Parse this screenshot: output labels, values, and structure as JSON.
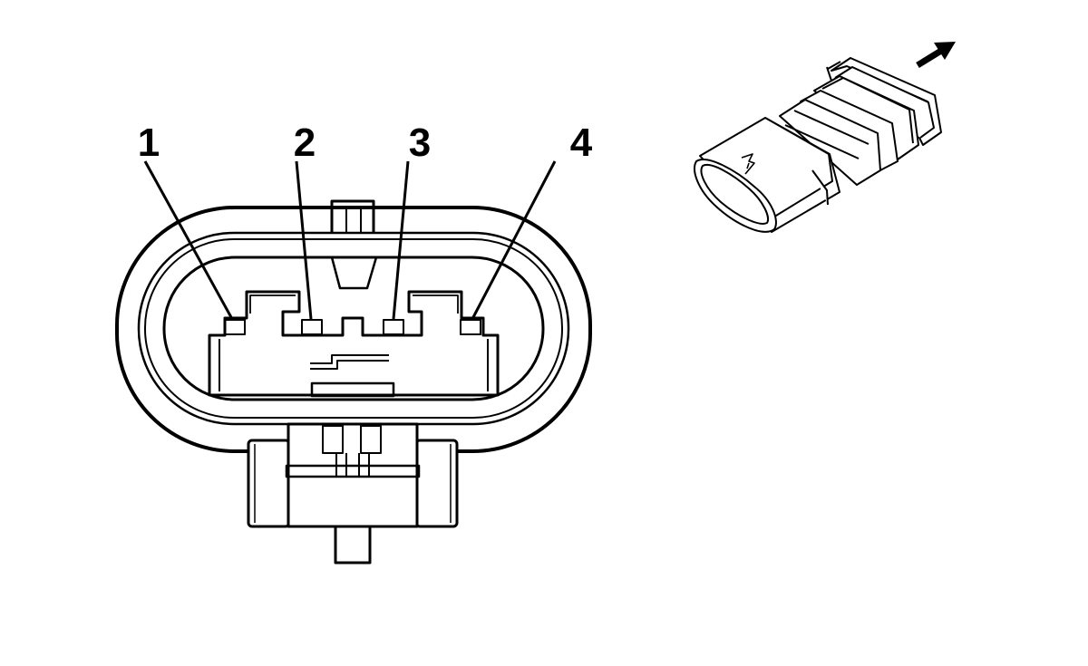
{
  "pins": [
    {
      "label": "1"
    },
    {
      "label": "2"
    },
    {
      "label": "3"
    },
    {
      "label": "4"
    }
  ],
  "colors": {
    "line": "#000000",
    "background": "#ffffff",
    "latch_fill": "#ffffff"
  },
  "icons": {
    "direction_arrow": "arrow-up-right-icon"
  }
}
